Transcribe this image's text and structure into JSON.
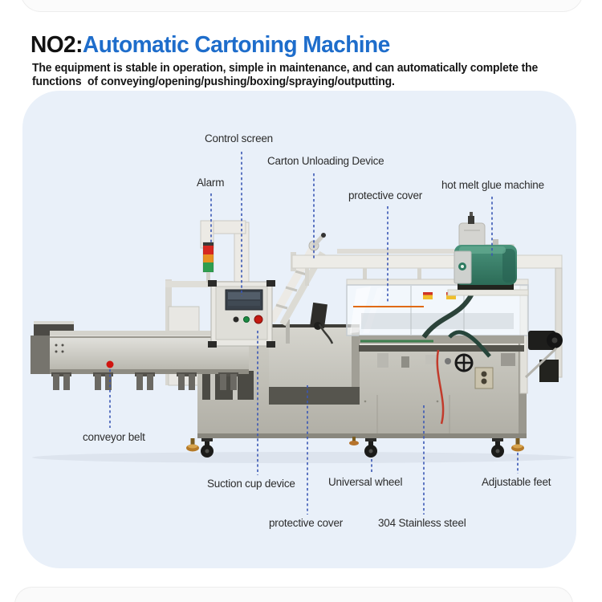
{
  "header": {
    "number_prefix": "NO2:",
    "title": "Automatic Cartoning Machine",
    "subtitle_lines": [
      "The equipment is stable in operation, simple in maintenance, and can automatically complete the",
      "functions  of conveying/opening/pushing/boxing/spraying/outputting."
    ]
  },
  "diagram": {
    "labels": {
      "control_screen": "Control screen",
      "carton_unloading_device": "Carton Unloading Device",
      "alarm": "Alarm",
      "protective_cover_top": "protective cover",
      "hot_melt_glue_machine": "hot melt glue machine",
      "conveyor_belt": "conveyor belt",
      "suction_cup_device": "Suction cup device",
      "protective_cover_bottom": "protective cover",
      "universal_wheel": "Universal wheel",
      "stainless_steel": "304 Stainless steel",
      "adjustable_feet": "Adjustable feet"
    },
    "colors": {
      "panel_background": "#e9f0f9",
      "leader_line_blue": "#3a57b5",
      "marker_dot_red": "#d01410",
      "title_accent_blue": "#1e6dcb",
      "glue_machine_green": "#35806a",
      "machine_steel": "#bcbab2"
    }
  }
}
